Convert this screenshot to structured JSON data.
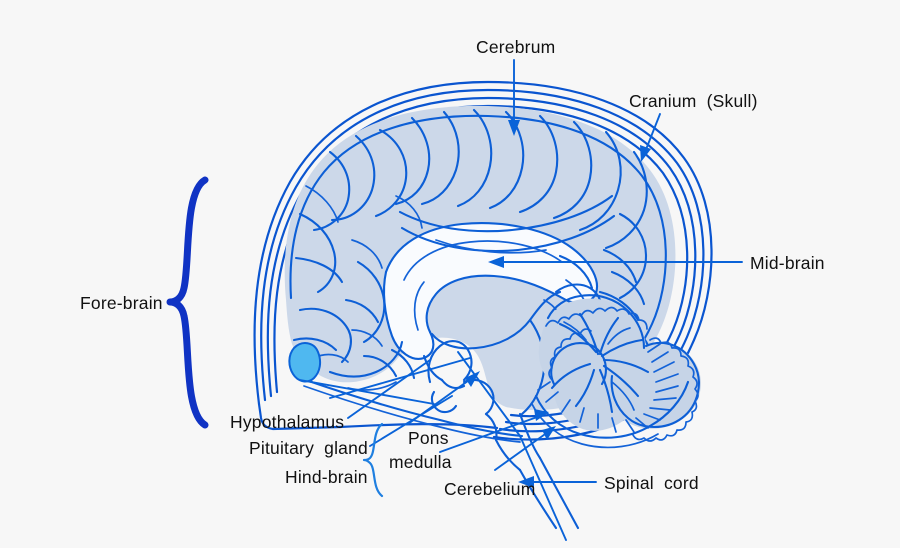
{
  "figure": {
    "title": "Human brain sagittal section diagram",
    "subject": "brain-anatomy",
    "background_color": "#f7f7f7",
    "ink_color": "#0a55d0",
    "fill_color": "#ccd8e9",
    "highlight_color": "#4fb8f0",
    "text_color": "#111111"
  },
  "labels": {
    "cerebrum": "Cerebrum",
    "cranium": "Cranium  (Skull)",
    "midbrain": "Mid-brain",
    "forebrain": "Fore-brain",
    "hypothalamus": "Hypothalamus",
    "pituitary": "Pituitary  gland",
    "hindbrain": "Hind-brain",
    "pons": "Pons",
    "medulla": "medulla",
    "cerebellum": "Cerebelium",
    "spinalcord": "Spinal  cord"
  },
  "annotations": [
    {
      "id": "cerebrum",
      "label": "Cerebrum",
      "leader": "vertical-arrow-down",
      "target": "cerebral cortex"
    },
    {
      "id": "cranium",
      "label": "Cranium  (Skull)",
      "leader": "diagonal-arrow-down-left",
      "target": "skull wall"
    },
    {
      "id": "midbrain",
      "label": "Mid-brain",
      "leader": "horizontal-arrow-left",
      "target": "midbrain"
    },
    {
      "id": "forebrain",
      "label": "Fore-brain",
      "leader": "curly-brace",
      "target": "forebrain region"
    },
    {
      "id": "hypothalamus",
      "label": "Hypothalamus",
      "leader": "diagonal-line",
      "target": "hypothalamus"
    },
    {
      "id": "pituitary",
      "label": "Pituitary  gland",
      "leader": "diagonal-arrow",
      "target": "pituitary gland"
    },
    {
      "id": "hindbrain",
      "label": "Hind-brain",
      "leader": "curly-brace",
      "target": "hindbrain region"
    },
    {
      "id": "pons",
      "label": "Pons",
      "leader": "diagonal-arrow-up-right",
      "target": "pons"
    },
    {
      "id": "medulla",
      "label": "medulla",
      "leader": "diagonal-arrow-up-right",
      "target": "medulla oblongata"
    },
    {
      "id": "cerebellum",
      "label": "Cerebelium",
      "leader": "diagonal-arrow-up-right",
      "target": "cerebellum"
    },
    {
      "id": "spinalcord",
      "label": "Spinal  cord",
      "leader": "horizontal-arrow-left",
      "target": "spinal cord"
    }
  ]
}
